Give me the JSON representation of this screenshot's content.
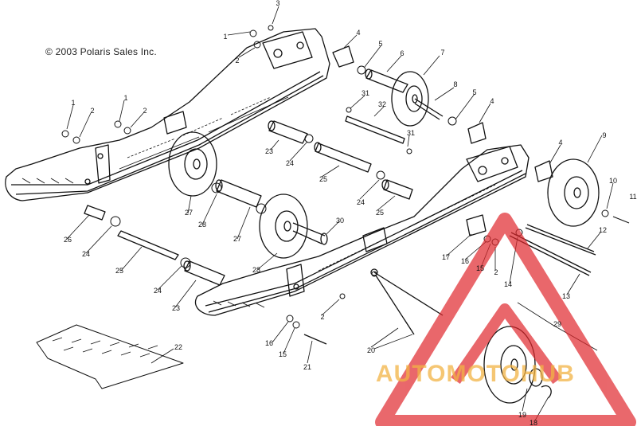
{
  "diagram": {
    "copyright": "© 2003 Polaris Sales Inc.",
    "watermark": {
      "text": "AUTOMOTOHUB",
      "triangle_color": "#e0282d",
      "text_color": "#f2b445"
    },
    "callouts": [
      {
        "label": "3"
      },
      {
        "label": "1"
      },
      {
        "label": "2"
      },
      {
        "label": "4"
      },
      {
        "label": "5"
      },
      {
        "label": "6"
      },
      {
        "label": "7"
      },
      {
        "label": "8"
      },
      {
        "label": "5"
      },
      {
        "label": "4"
      },
      {
        "label": "31"
      },
      {
        "label": "32"
      },
      {
        "label": "31"
      },
      {
        "label": "1"
      },
      {
        "label": "2"
      },
      {
        "label": "1"
      },
      {
        "label": "2"
      },
      {
        "label": "23"
      },
      {
        "label": "24"
      },
      {
        "label": "25"
      },
      {
        "label": "24"
      },
      {
        "label": "25"
      },
      {
        "label": "4"
      },
      {
        "label": "9"
      },
      {
        "label": "10"
      },
      {
        "label": "11"
      },
      {
        "label": "27"
      },
      {
        "label": "28"
      },
      {
        "label": "27"
      },
      {
        "label": "30"
      },
      {
        "label": "26"
      },
      {
        "label": "24"
      },
      {
        "label": "25"
      },
      {
        "label": "24"
      },
      {
        "label": "23"
      },
      {
        "label": "28"
      },
      {
        "label": "17"
      },
      {
        "label": "16"
      },
      {
        "label": "15"
      },
      {
        "label": "2"
      },
      {
        "label": "14"
      },
      {
        "label": "12"
      },
      {
        "label": "13"
      },
      {
        "label": "2"
      },
      {
        "label": "29"
      },
      {
        "label": "16"
      },
      {
        "label": "15"
      },
      {
        "label": "21"
      },
      {
        "label": "20"
      },
      {
        "label": "22"
      },
      {
        "label": "19"
      },
      {
        "label": "18"
      }
    ]
  }
}
